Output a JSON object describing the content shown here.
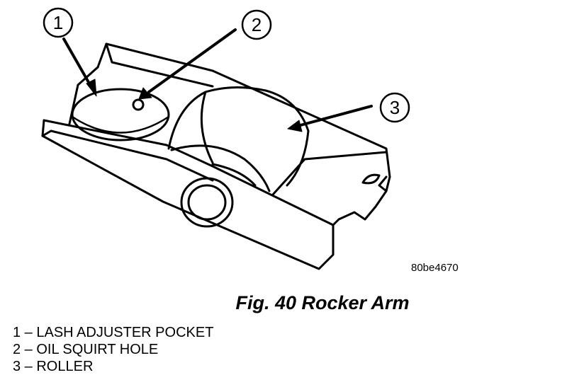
{
  "figure": {
    "reference_code": "80be4670",
    "caption": "Fig. 40 Rocker Arm",
    "callouts": [
      {
        "number": "1",
        "label": "LASH ADJUSTER POCKET"
      },
      {
        "number": "2",
        "label": "OIL SQUIRT HOLE"
      },
      {
        "number": "3",
        "label": "ROLLER"
      }
    ],
    "legend": [
      "1 – LASH ADJUSTER POCKET",
      "2 – OIL SQUIRT HOLE",
      "3 – ROLLER"
    ]
  }
}
